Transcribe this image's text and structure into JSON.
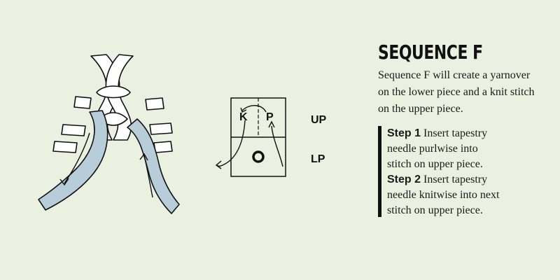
{
  "title": "SEQUENCE F",
  "description_lines": [
    "Sequence F will create a yarnover",
    "on the lower piece and a knit stitch",
    "on the upper piece."
  ],
  "steps": [
    {
      "label": "Step 1",
      "lines": [
        "Insert tapestry",
        "needle purlwise into",
        "stitch on upper piece."
      ]
    },
    {
      "label": "Step 2",
      "lines": [
        "Insert tapestry",
        "needle knitwise into next",
        "stitch on upper piece."
      ]
    }
  ],
  "chart": {
    "knit_symbol": "K",
    "purl_symbol": "P",
    "yarnover_symbol": "O",
    "upper_label": "UP",
    "lower_label": "LP"
  },
  "colors": {
    "background": "#ebf1e1",
    "yarn_working": "#b7cdd9",
    "yarn_stitch": "#ffffff",
    "ink": "#111111"
  }
}
